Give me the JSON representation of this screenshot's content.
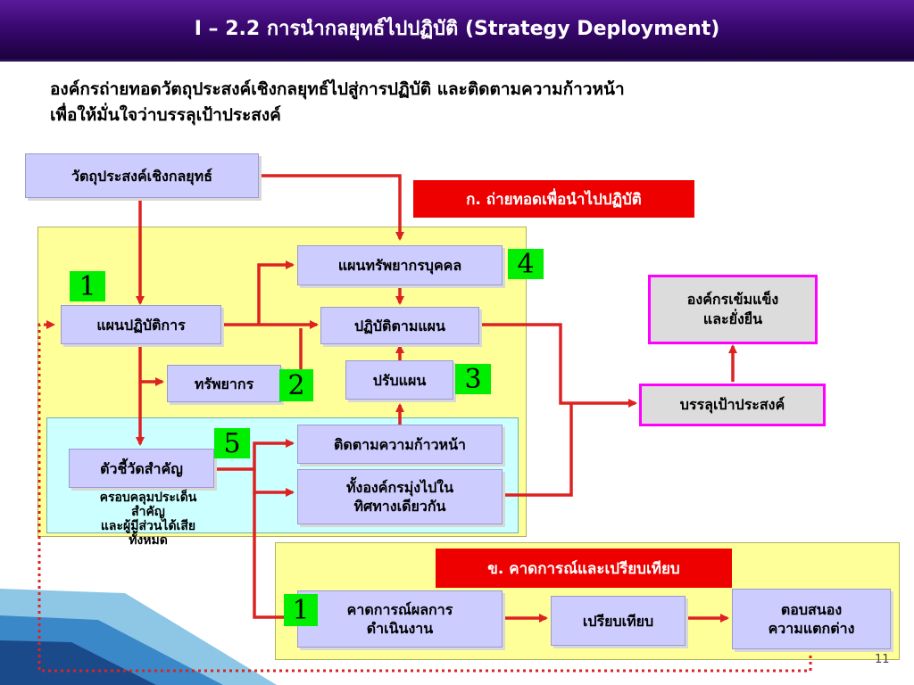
{
  "header": {
    "title": "I – 2.2 การนำกลยุทธ์ไปปฏิบัติ (Strategy Deployment)"
  },
  "intro": {
    "line1": "องค์กรถ่ายทอดวัตถุประสงค์เชิงกลยุทธ์ไปสู่การปฏิบัติ และติดตามความก้าวหน้า",
    "line2": "เพื่อให้มั่นใจว่าบรรลุเป้าประสงค์"
  },
  "labels": {
    "deploy": "ก. ถ่ายทอดเพื่อนำไปปฏิบัติ",
    "forecast": "ข. คาดการณ์และเปรียบเทียบ"
  },
  "boxes": {
    "strategic_objectives": "วัตถุประสงค์เชิงกลยุทธ์",
    "hr_plan": "แผนทรัพยากรบุคคล",
    "action_plan": "แผนปฏิบัติการ",
    "execute_plan": "ปฏิบัติตามแผน",
    "resources": "ทรัพยากร",
    "adjust_plan": "ปรับแผน",
    "monitor_progress": "ติดตามความก้าวหน้า",
    "align_line1": "ทั้งองค์กรมุ่งไปใน",
    "align_line2": "ทิศทางเดียวกัน",
    "kpi": "ตัวชี้วัดสำคัญ",
    "strong_org_line1": "องค์กรเข้มแข็ง",
    "strong_org_line2": "และยั่งยืน",
    "achieve_goals": "บรรลุเป้าประสงค์",
    "forecast_line1": "คาดการณ์ผลการ",
    "forecast_line2": "ดำเนินงาน",
    "compare": "เปรียบเทียบ",
    "respond_line1": "ตอบสนอง",
    "respond_line2": "ความแตกต่าง"
  },
  "kpi_note": {
    "line1": "ครอบคลุมประเด็น",
    "line2": "สำคัญ",
    "line3": "และผู้มีส่วนได้เสีย",
    "line4": "ทั้งหมด"
  },
  "numbers": {
    "n1": "1",
    "n2": "2",
    "n3": "3",
    "n4": "4",
    "n5": "5",
    "n1b": "1"
  },
  "page_number": "11",
  "colors": {
    "header": "#3a0870",
    "arrow": "#dd2222",
    "box": "#ccccff",
    "panel_yellow": "#ffff9a",
    "panel_cyan": "#ccffff",
    "label_red": "#ee0000",
    "number_green": "#00ee00",
    "border_magenta": "#ff00ff"
  }
}
